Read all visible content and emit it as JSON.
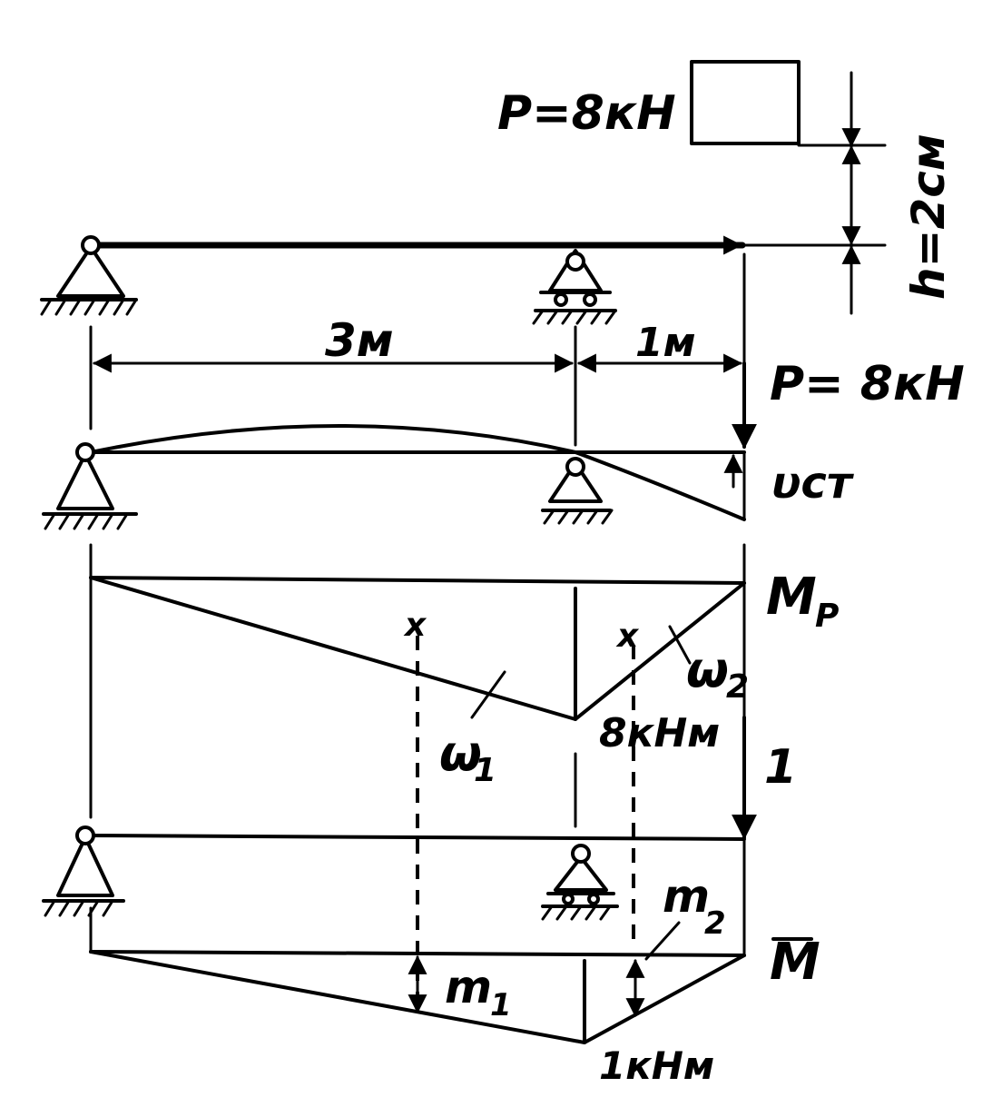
{
  "load": {
    "label": "P=8кН",
    "label_repeat": "P= 8кН"
  },
  "drop_height": {
    "label": "h=2cм"
  },
  "spans": {
    "left": "3м",
    "right": "1м"
  },
  "deflection": {
    "label": "υст"
  },
  "moment_diagram": {
    "name_main": "M",
    "name_sub": "P",
    "value": "8кНм",
    "area1": {
      "main": "ω",
      "sub": "1"
    },
    "area2": {
      "main": "ω",
      "sub": "2"
    },
    "centroid_mark": "x"
  },
  "unit_load": {
    "label": "1"
  },
  "unit_moment_diagram": {
    "name": "M",
    "value": "1кНм",
    "ord1": {
      "main": "m",
      "sub": "1"
    },
    "ord2": {
      "main": "m",
      "sub": "2"
    }
  }
}
